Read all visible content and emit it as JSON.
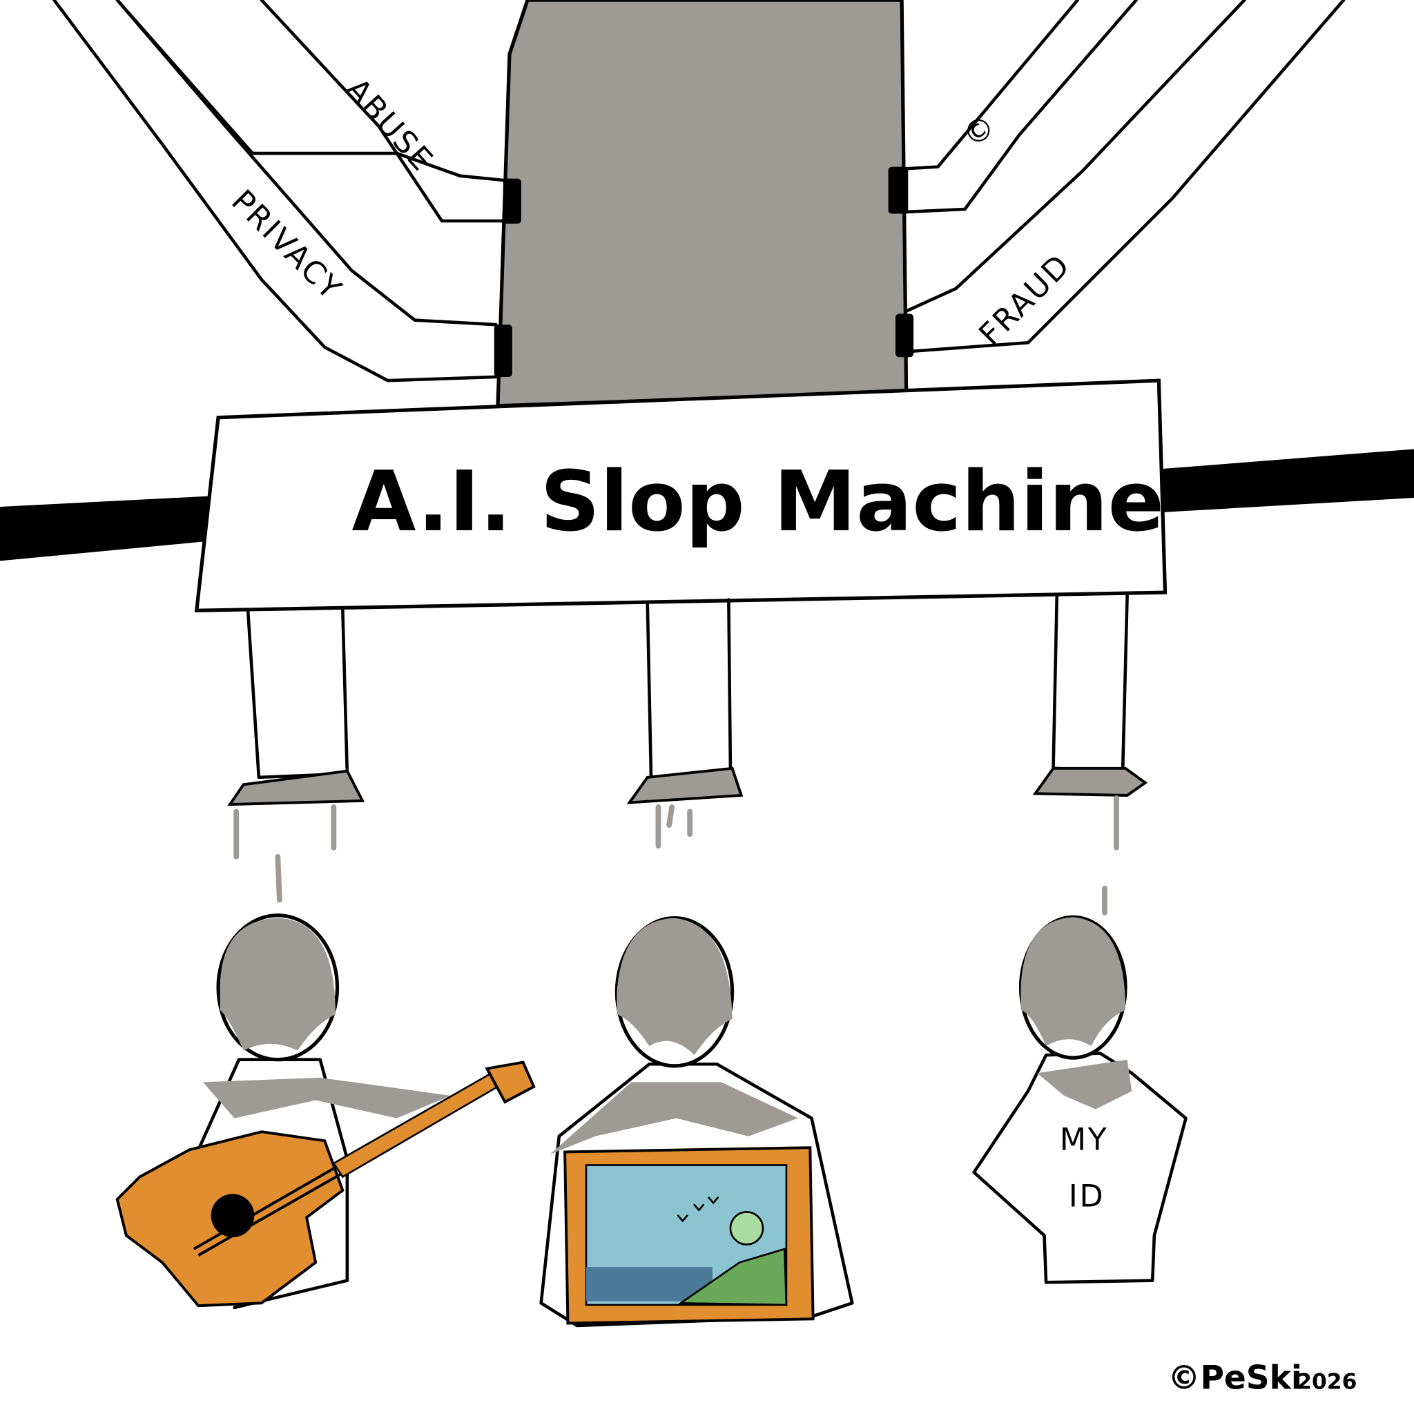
{
  "sign": {
    "title": "A.I. Slop Machine"
  },
  "arm_labels": {
    "abuse": "ABUSE",
    "privacy": "PRIVACY",
    "copyright": "©",
    "fraud": "FRAUD"
  },
  "shirt_text": {
    "line1": "MY",
    "line2": "ID"
  },
  "signature": {
    "text": "©PeSki",
    "year": "2026"
  },
  "colors": {
    "slop_gray": "#9e9a96",
    "guitar_orange": "#e08e2f",
    "sky": "#8bc4d0",
    "water": "#4a7a96",
    "grass": "#6aa85a"
  }
}
